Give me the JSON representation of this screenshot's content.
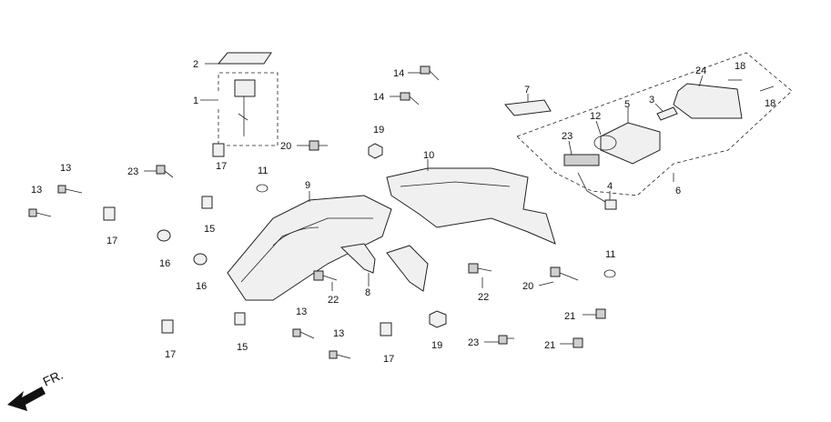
{
  "diagram": {
    "front_label": "FR.",
    "labels": {
      "p1": "1",
      "p2": "2",
      "p3": "3",
      "p4": "4",
      "p5": "5",
      "p6": "6",
      "p7": "7",
      "p8": "8",
      "p9": "9",
      "p10": "10",
      "p11a": "11",
      "p11b": "11",
      "p12": "12",
      "p13a": "13",
      "p13b": "13",
      "p13c": "13",
      "p13d": "13",
      "p14a": "14",
      "p14b": "14",
      "p15a": "15",
      "p15b": "15",
      "p16a": "16",
      "p16b": "16",
      "p17a": "17",
      "p17b": "17",
      "p17c": "17",
      "p17d": "17",
      "p18a": "18",
      "p18b": "18",
      "p19a": "19",
      "p19b": "19",
      "p20a": "20",
      "p20b": "20",
      "p21a": "21",
      "p21b": "21",
      "p22a": "22",
      "p22b": "22",
      "p23a": "23",
      "p23b": "23",
      "p23c": "23",
      "p24": "24"
    }
  }
}
